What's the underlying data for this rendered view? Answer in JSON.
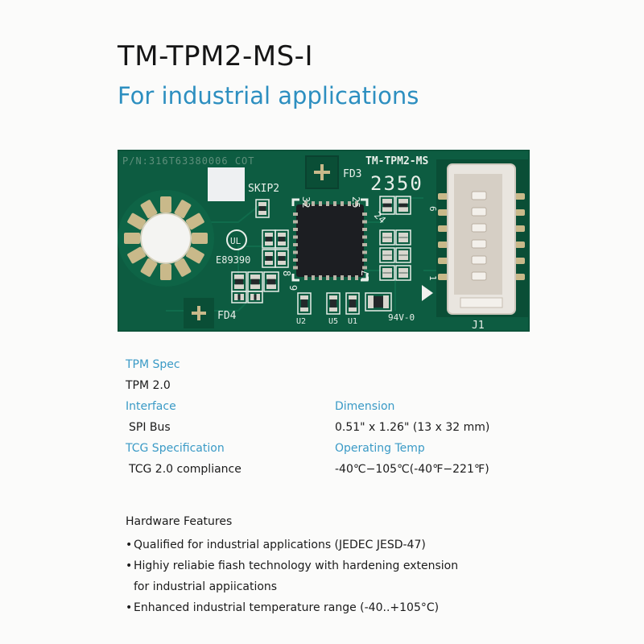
{
  "header": {
    "title": "TM-TPM2-MS-I",
    "subtitle": "For industrial applications"
  },
  "board": {
    "part_number": "P/N:316T63380006 COT",
    "model_label": "TM-TPM2-MS",
    "date_code": "2350",
    "fd3": "FD3",
    "fd4": "FD4",
    "skip2": "SKIP2",
    "ul_code": "E89390",
    "pin_32": "32",
    "pin_25": "25",
    "pin_24": "24",
    "pin_17": "17",
    "pin_9": "9",
    "pin_8": "8",
    "u1": "U1",
    "u2": "U2",
    "u5": "U5",
    "j1": "J1",
    "conn_pin_1": "1",
    "conn_pin_6": "6",
    "rating": "94V-0",
    "colors": {
      "board": "#0d5c41",
      "board_dark": "#0a4e36",
      "pad": "#c9b98a",
      "silkscreen": "#e8efe9",
      "connector": "#e9e5df"
    }
  },
  "specs": {
    "tpm_spec_label": "TPM Spec",
    "tpm_spec_value": "TPM 2.0",
    "interface_label": "Interface",
    "interface_value": "SPI Bus",
    "dimension_label": "Dimension",
    "dimension_value": "0.51\" x 1.26\" (13 x 32 mm)",
    "tcg_label": "TCG Specification",
    "tcg_value": "TCG 2.0 compliance",
    "temp_label": "Operating Temp",
    "temp_value": "-40℃−105℃(-40℉−221℉)"
  },
  "features": {
    "heading": "Hardware Features",
    "bullet": "•",
    "items": [
      "Qualified for industrial applications (JEDEC JESD-47)",
      "Highiy reliabie fiash technology with hardening extension\nfor industrial appiications",
      "Enhanced industrial temperature range (-40..+105°C)"
    ]
  }
}
